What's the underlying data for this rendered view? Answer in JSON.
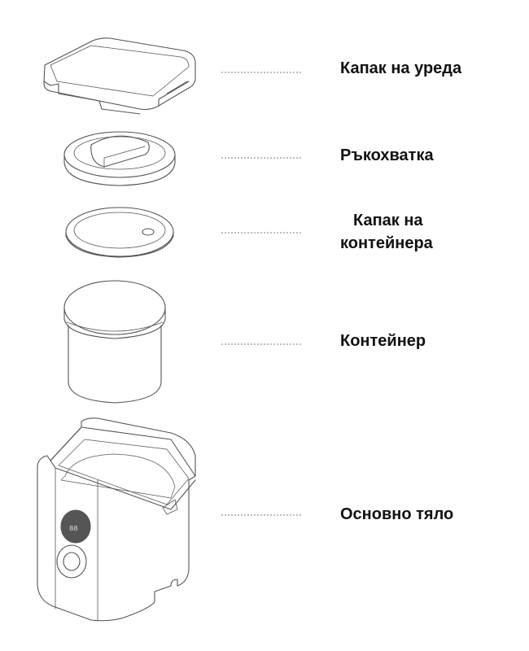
{
  "parts": [
    {
      "id": "appliance-lid",
      "label": "Капак на уреда"
    },
    {
      "id": "handle",
      "label": "Ръкохватка"
    },
    {
      "id": "container-lid",
      "label_line1": "Капак на",
      "label_line2": "контейнера"
    },
    {
      "id": "container",
      "label": "Контейнер"
    },
    {
      "id": "main-body",
      "label": "Основно тяло"
    }
  ],
  "colors": {
    "line": "#555555",
    "leader": "#bdbdbd",
    "text": "#111111"
  }
}
